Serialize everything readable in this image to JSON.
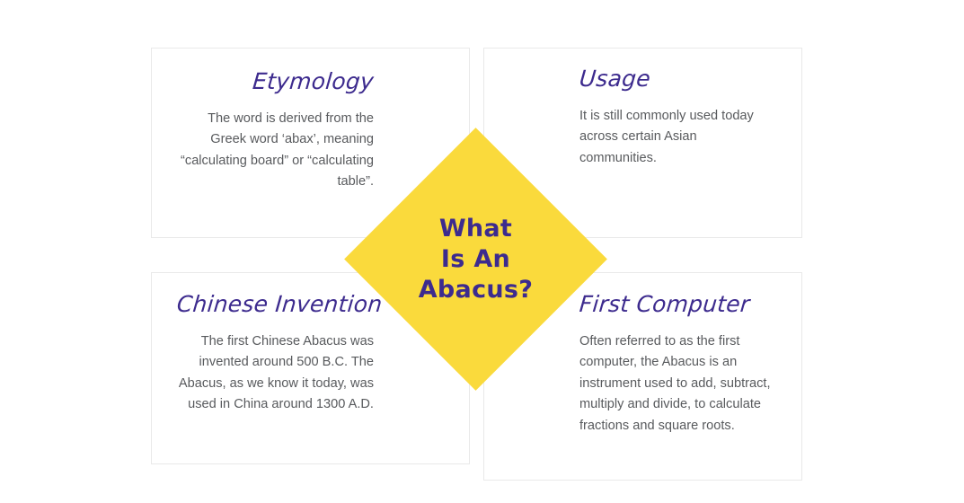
{
  "center": {
    "title_lines": [
      "What",
      "Is An",
      "Abacus?"
    ],
    "fill_color": "#FADA3C",
    "text_color": "#3D2B8E"
  },
  "theme": {
    "heading_color": "#3D2B8E",
    "body_color": "#585A5D",
    "card_border_color": "#E9E9E9",
    "background_color": "#FFFFFF"
  },
  "cards": [
    {
      "id": "etymology",
      "position": "top-left",
      "title": "Etymology",
      "body": "The word is derived from the Greek word ‘abax’, meaning “calculating board” or “calculating table”."
    },
    {
      "id": "usage",
      "position": "top-right",
      "title": "Usage",
      "body": "It is still commonly used today across certain Asian communities."
    },
    {
      "id": "chinese-invention",
      "position": "bottom-left",
      "title": "Chinese Invention",
      "body": "The first Chinese Abacus was invented around 500 B.C. The Abacus, as we know it today, was used in China around 1300 A.D."
    },
    {
      "id": "first-computer",
      "position": "bottom-right",
      "title": "First Computer",
      "body": "Often referred to as the first computer, the Abacus is an instrument used to add, subtract, multiply and divide, to calculate fractions and square roots."
    }
  ]
}
